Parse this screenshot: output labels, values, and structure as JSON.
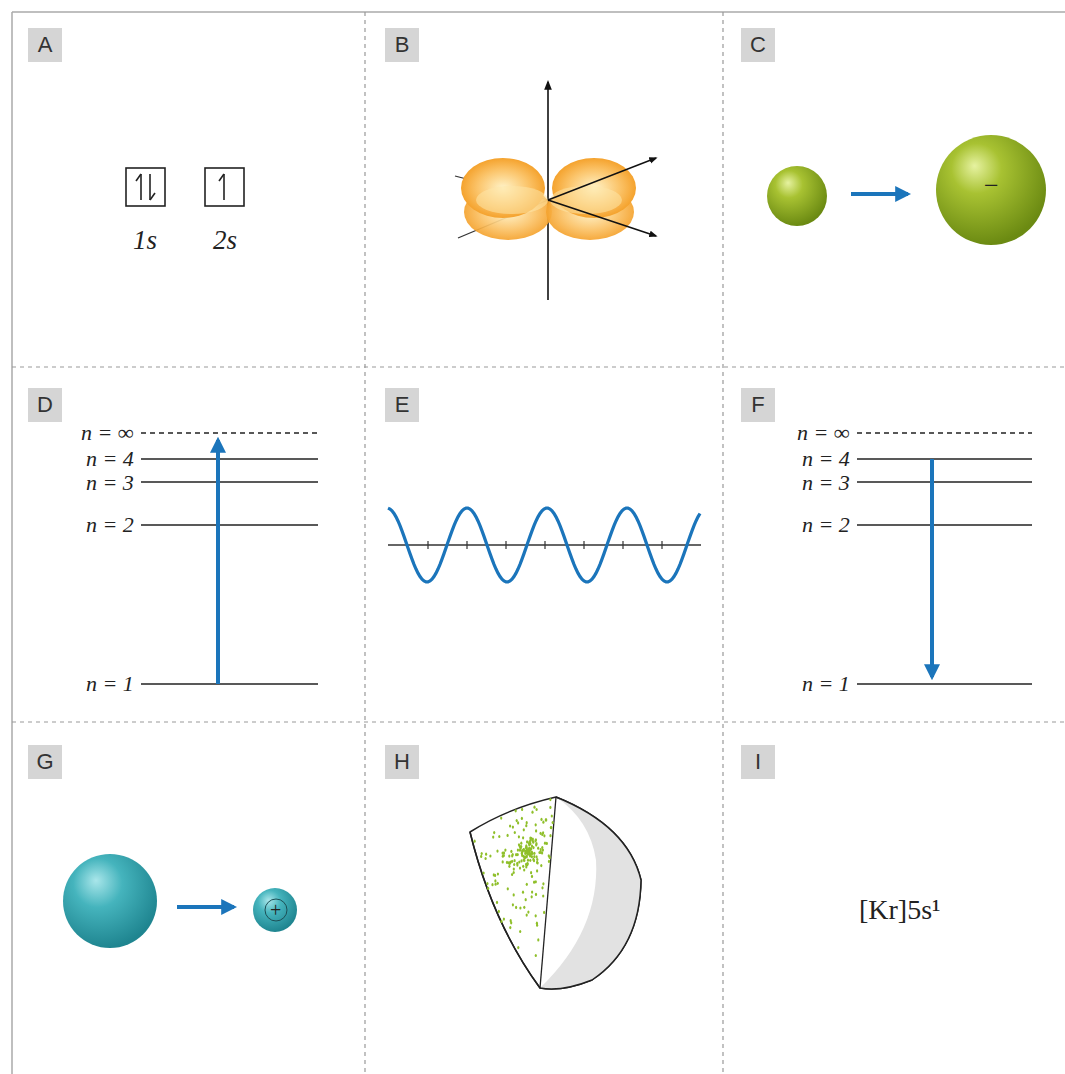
{
  "diagram": {
    "nodes": [
      {
        "text": [
          "A"
        ]
      },
      {
        "text": [
          "B"
        ]
      },
      {
        "text": [
          "C"
        ]
      },
      {
        "text": [
          "D"
        ]
      },
      {
        "text": [
          "E"
        ]
      },
      {
        "text": [
          "F"
        ]
      },
      {
        "text": [
          "G"
        ]
      },
      {
        "text": [
          "H"
        ]
      },
      {
        "text": [
          "I"
        ]
      }
    ],
    "labels": [
      "1s",
      "2s",
      "−",
      "n = ∞",
      "n = 4",
      "n = 3",
      "n = 2",
      "n = 1",
      "n = ∞",
      "n = 4",
      "n = 3",
      "n = 2",
      "n = 1",
      "+",
      "[Kr]5s¹"
    ]
  }
}
